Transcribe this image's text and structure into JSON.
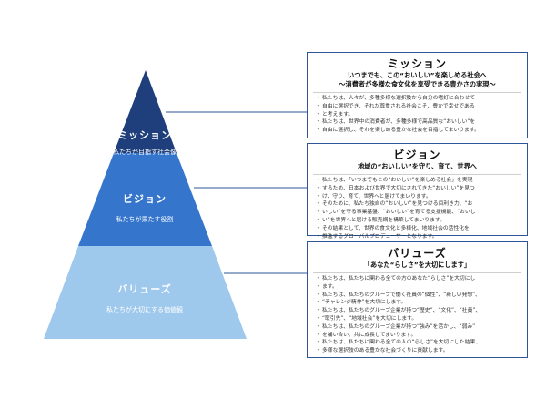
{
  "colors": {
    "mission": "#1f3f7c",
    "vision": "#3576cc",
    "values": "#9ec8ec",
    "connector": "#2e5597"
  },
  "pyramid": {
    "mission": {
      "title": "ミッション",
      "sub": "私たちが目指す社会像"
    },
    "vision": {
      "title": "ビジョン",
      "sub": "私たちが果たす役割"
    },
    "values": {
      "title": "バリューズ",
      "sub": "私たちが大切にする価値観"
    }
  },
  "mission_box": {
    "title": "ミッション",
    "sub1": "いつまでも、この“おいしい”を楽しめる社会へ",
    "sub2": "〜消費者が多様な食文化を享受できる豊かさの実現〜",
    "bullets": [
      "私たちは、人々が、多種多様な選択肢から自分の嗜好に合わせて",
      "自由に選択でき、それが尊重される社会こそ、豊かで幸せである",
      "と考えます。",
      "私たちは、世界中の消費者が、多種多様で高品質な“おいしい”を",
      "自由に選択し、それを楽しめる豊かな社会を目指してまいります。"
    ]
  },
  "vision_box": {
    "title": "ビジョン",
    "sub1": "地域の“おいしい”を守り、育て、世界へ",
    "bullets": [
      "私たちは、「いつまでもこの“おいしい”を楽しめる社会」を実現",
      "するため、日本および世界で大切にされてきた“おいしい”を見つ",
      "け、守り、育て、世界へと届けてまいります。",
      "そのために、私たち独自の“おいしい”を見つける目利き力、“お",
      "いしい”を守る事業基盤、“おいしい”を育てる支援機能、“おいし",
      "い”を世界へと届ける販売網を構築してまいります。",
      "その結果として、世界の食文化と多様化、地域社会の活性化を",
      "推進するグローバルプロデューサーとなります。"
    ]
  },
  "values_box": {
    "title": "バリューズ",
    "sub1": "「あなた“らしさ”を大切にします」",
    "bullets": [
      "私たちは、私たちに関わる全ての方のあなた“らしさ”を大切にし",
      "ます。",
      "私たちは、私たちのグループで働く社員の“個性”、“新しい発想”、",
      "“チャレンジ精神”を大切にします。",
      "私たちは、私たちのグループ企業が持つ“歴史”、“文化”、“社員”、",
      "“取引先”、“地域社会”を大切にします。",
      "私たちは、私たちのグループ企業が持つ“強み”を活かし、“弱み”",
      "を補い合い、共に成長してまいります。",
      "私たちは、私たちに関わる全ての人の“らしさ”を大切にした結果、",
      "多様な選択肢のある豊かな社会づくりに貢献します。"
    ]
  }
}
